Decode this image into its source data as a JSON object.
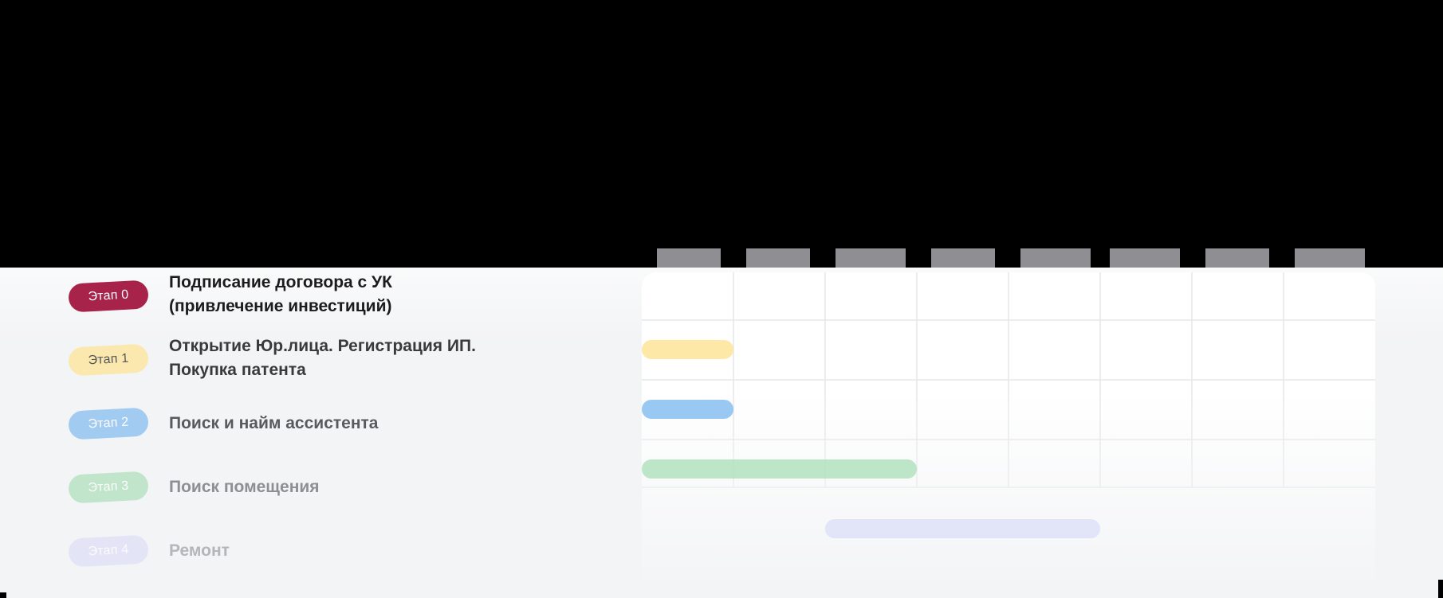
{
  "chart_data": {
    "type": "gantt",
    "title": "",
    "months": [
      "",
      "",
      "",
      "",
      "",
      "",
      "",
      ""
    ],
    "stages": [
      {
        "badge": "Этап 0",
        "title": "Подписание договора с УК\n(привлечение инвестиций)",
        "start": null,
        "end": null,
        "color": "#a8234a",
        "badge_text_color": "#ffffff",
        "title_color": "#1c1c1e",
        "opacity": 1
      },
      {
        "badge": "Этап 1",
        "title": "Открытие Юр.лица. Регистрация ИП.\nПокупка патента",
        "start": 0,
        "end": 1,
        "color": "#fde7a3",
        "badge_text_color": "#3a3a3c",
        "title_color": "#3a3a3c",
        "opacity": 0.85
      },
      {
        "badge": "Этап 2",
        "title": "Поиск и найм ассистента",
        "start": 0,
        "end": 1,
        "color": "#8ec2f2",
        "badge_text_color": "#ffffff",
        "title_color": "#5a5a5e",
        "opacity": 0.8
      },
      {
        "badge": "Этап 3",
        "title": "Поиск помещения",
        "start": 0,
        "end": 3,
        "color": "#b1e0bd",
        "badge_text_color": "#ffffff",
        "title_color": "#8e8e93",
        "opacity": 0.75
      },
      {
        "badge": "Этап 4",
        "title": "Ремонт",
        "start": 2,
        "end": 5,
        "color": "#d9dcf8",
        "badge_text_color": "#ffffff",
        "title_color": "#b5b5ba",
        "opacity": 0.6
      }
    ],
    "colors": {
      "background": "#f3f4f6",
      "grid": "#e6e7ea",
      "panel": "#ffffff",
      "header_tab": "#8e8e93"
    }
  }
}
